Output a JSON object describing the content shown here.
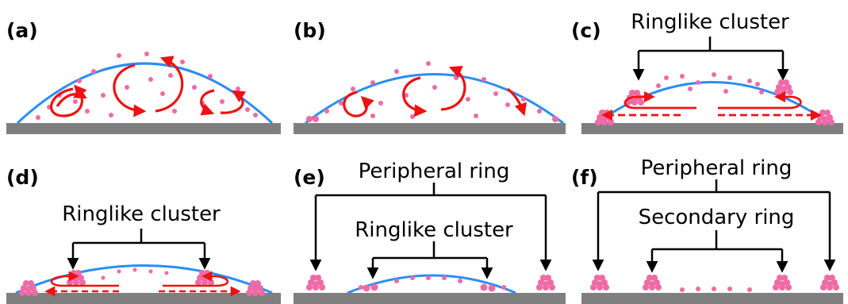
{
  "panels": [
    {
      "id": "a",
      "label": "(a)"
    },
    {
      "id": "b",
      "label": "(b)"
    },
    {
      "id": "c",
      "label": "(c)",
      "annotations": [
        "Ringlike cluster"
      ]
    },
    {
      "id": "d",
      "label": "(d)",
      "annotations": [
        "Ringlike cluster"
      ]
    },
    {
      "id": "e",
      "label": "(e)",
      "annotations": [
        "Peripheral ring",
        "Ringlike cluster"
      ]
    },
    {
      "id": "f",
      "label": "(f)",
      "annotations": [
        "Peripheral ring",
        "Secondary ring"
      ]
    }
  ],
  "colors": {
    "droplet_outline": "#2b8ef0",
    "particle": "#f06aa6",
    "flow_arrow": "#ee1111",
    "substrate": "#7f7f7f",
    "bracket": "#000000"
  }
}
